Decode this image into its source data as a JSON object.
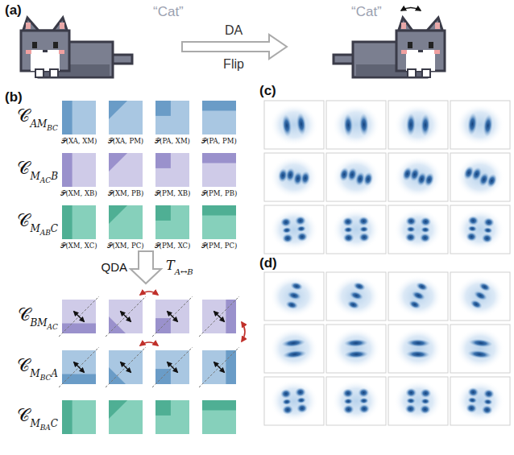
{
  "diagram": {
    "labels": [
      "(a)",
      "“Cat”",
      "DA",
      "Flip",
      "“Cat”",
      "(b)",
      "(c)",
      "𝒞",
      "AM",
      "BC",
      "𝒫(XA, XM)",
      "𝒫(XA, PM)",
      "𝒫(PA, XM)",
      "𝒫(PA, PM)",
      "𝒞",
      "M",
      "AC",
      "B",
      "𝒫(XM, XB)",
      "𝒫(XM, PB)",
      "𝒫(PM, XB)",
      "𝒫(PM, PB)",
      "𝒞",
      "M",
      "AB",
      "C",
      "𝒫(XM, XC)",
      "𝒫(XM, PC)",
      "𝒫(PM, XC)",
      "𝒫(PM, PC)",
      "QDA",
      "T",
      "A↔B",
      "(d)",
      "𝒞",
      "BM",
      "AC",
      "𝒞",
      "M",
      "BC",
      "A",
      "𝒞",
      "M",
      "BA",
      "C"
    ]
  }
}
